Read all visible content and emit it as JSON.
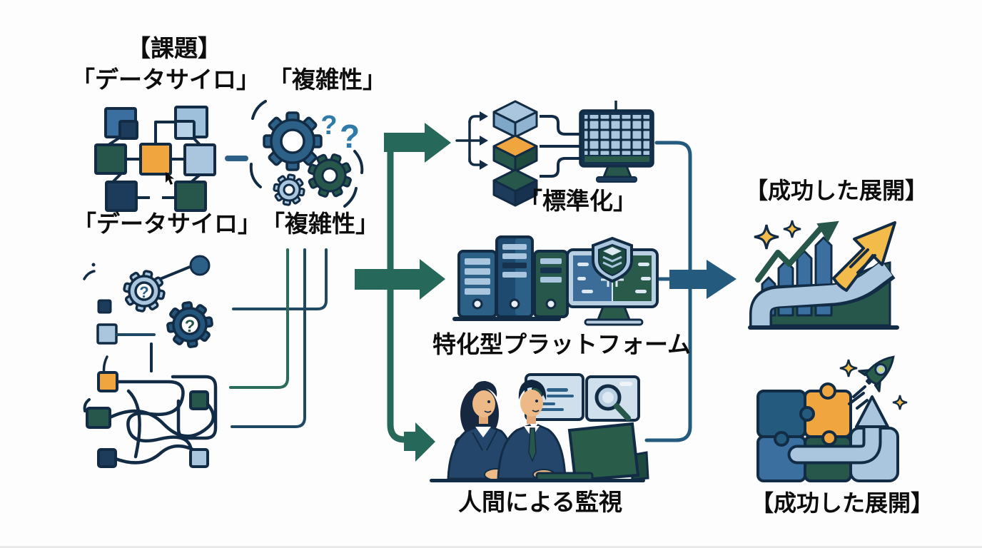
{
  "page": {
    "background": "#fdfdfd"
  },
  "colors": {
    "text": "#0d0d0d",
    "outline": "#132c45",
    "flow_green": "#26685a",
    "flow_blue": "#235a7d",
    "steel_blue": "#3a6f9f",
    "mid_blue": "#2d6086",
    "navy": "#1d3c5c",
    "light_blue": "#a9c6de",
    "pale_blue": "#cfdfeb",
    "dark_green": "#27564a",
    "orange": "#f0a53f",
    "yellow": "#f2bb4a",
    "skin": "#ecb987"
  },
  "glyphs": {
    "question": "?"
  },
  "challenges": {
    "title": "【課題】",
    "row1_datasilo": "「データサイロ」",
    "row1_complexity": "「複雑性」",
    "row2_datasilo": "「データサイロ」",
    "row2_complexity": "「複雑性」",
    "icons": [
      "data-silo-network-icon",
      "complexity-gears-icon",
      "uncertain-gears-icon",
      "tangled-connections-icon"
    ]
  },
  "solutions": [
    {
      "label": "「標準化」",
      "icons": [
        "layered-boxes-icon",
        "grid-monitor-icon"
      ]
    },
    {
      "label": "特化型プラットフォーム",
      "icons": [
        "server-towers-icon",
        "shield-monitor-icon"
      ]
    },
    {
      "label": "人間による監視",
      "icons": [
        "analysts-at-desk-icon",
        "document-screen-icon",
        "magnifier-screen-icon",
        "desk-monitor-icon"
      ]
    }
  ],
  "outcomes": [
    {
      "title": "【成功した展開】",
      "icon": "growth-chart-icon"
    },
    {
      "title": "【成功した展開】",
      "icon": "puzzle-rocket-icon"
    }
  ]
}
